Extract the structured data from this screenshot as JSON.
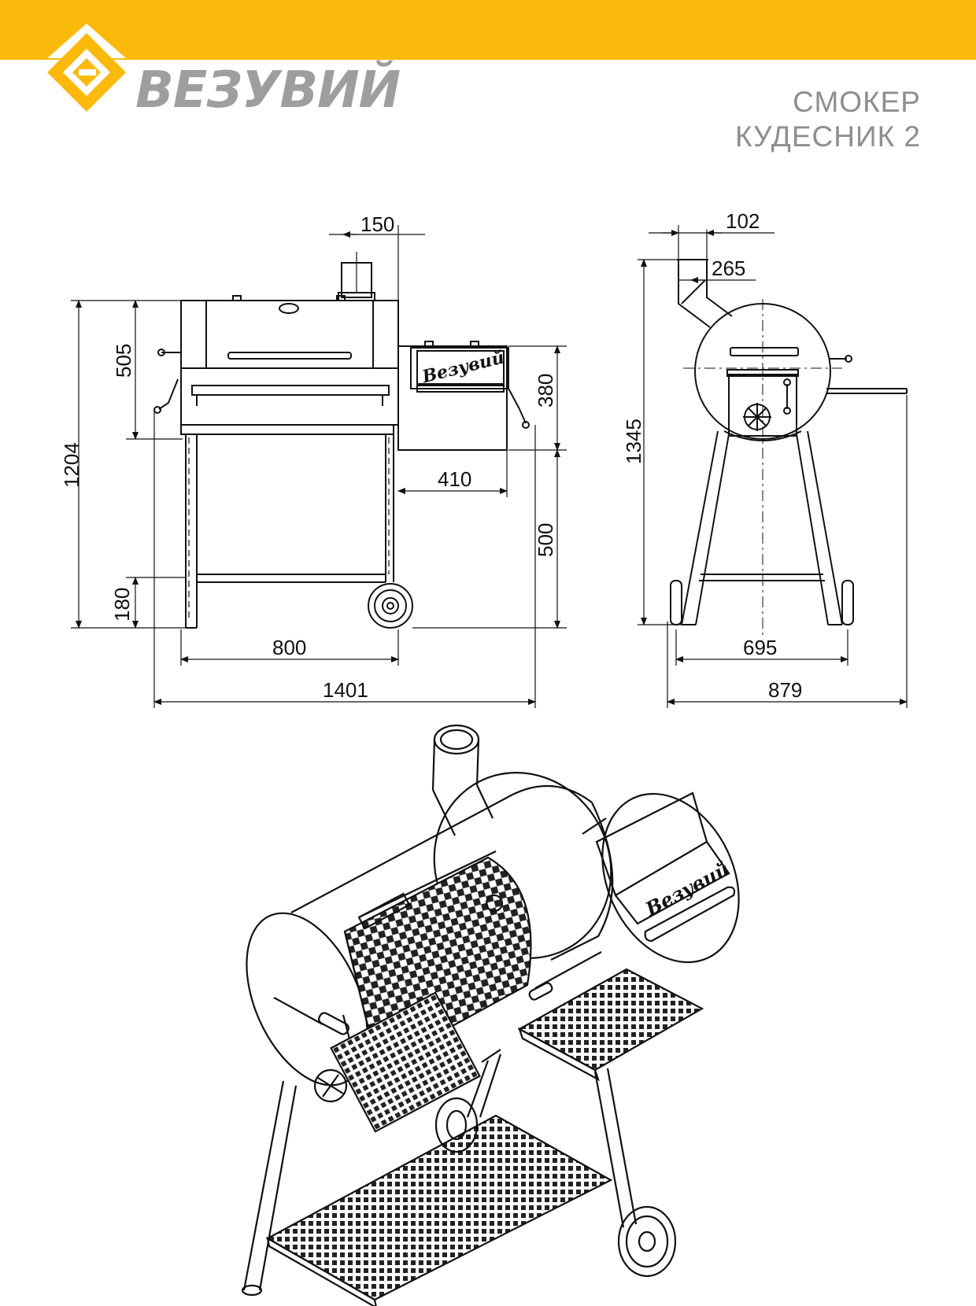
{
  "header": {
    "bar_color": "#FBBA0B"
  },
  "brand": {
    "name": "ВЕЗУВИЙ",
    "logo_text": "Везувий",
    "accent": "#FBBA0B",
    "text_color": "#9e9e9e"
  },
  "product": {
    "line1": "СМОКЕР",
    "line2": "КУДЕСНИК 2"
  },
  "dimensions": {
    "front": {
      "chimney_width": "150",
      "lid_height": "505",
      "total_height": "1204",
      "firebox_height": "380",
      "firebox_length": "410",
      "table_height": "500",
      "shelf_height": "180",
      "chamber_length": "800",
      "total_length": "1401"
    },
    "side": {
      "chimney_offset": "102",
      "chimney_width": "265",
      "total_height": "1345",
      "wheelbase": "695",
      "total_width": "879"
    }
  }
}
